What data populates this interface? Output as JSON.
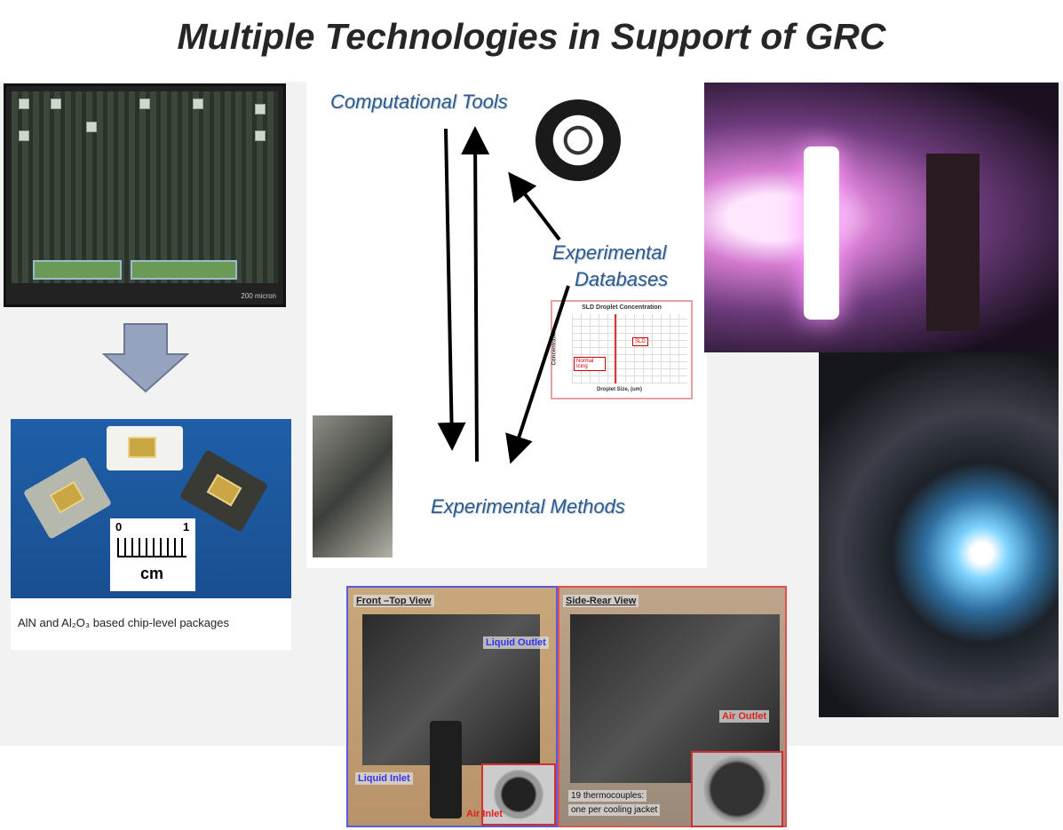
{
  "title": "Multiple Technologies in Support of GRC",
  "chip": {
    "scale_label": "200 micron"
  },
  "packages": {
    "caption": "AlN and Al₂O₃ based chip-level packages",
    "ruler_zero": "0",
    "ruler_one": "1",
    "ruler_unit": "cm"
  },
  "diagram": {
    "computational_tools": "Computational Tools",
    "experimental_databases_1": "Experimental",
    "experimental_databases_2": "Databases",
    "experimental_methods": "Experimental Methods",
    "sld_chart": {
      "title": "SLD Droplet Concentration",
      "xlabel": "Droplet Size, (um)",
      "ylabel": "Concentration",
      "sld_label": "SLD",
      "normal_label": "Normal Icing"
    }
  },
  "heat_exchanger": {
    "front_view": "Front –Top View",
    "side_view": "Side-Rear View",
    "liquid_outlet": "Liquid Outlet",
    "liquid_inlet": "Liquid Inlet",
    "air_inlet": "Air Inlet",
    "air_outlet": "Air Outlet",
    "thermocouples_1": "19 thermocouples:",
    "thermocouples_2": "one per cooling jacket"
  }
}
